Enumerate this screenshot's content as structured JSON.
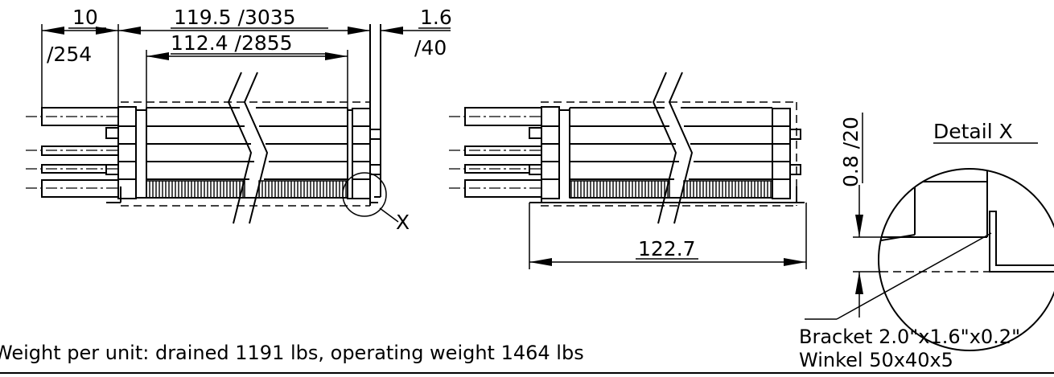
{
  "dimensions": {
    "left_offset_in": "10",
    "left_offset_mm": "/254",
    "overall_length": "119.5 /3035",
    "tube_length": "112.4 /2855",
    "end_gap_in": "1.6",
    "end_gap_mm": "/40",
    "front_width": "122.7",
    "bracket_height": "0.8 /20"
  },
  "labels": {
    "detail_marker": "X",
    "detail_title": "Detail X",
    "bracket_en": "Bracket 2.0\"x1.6\"x0.2\"",
    "bracket_de": "Winkel 50x40x5",
    "weight_note": "Weight per unit: drained 1191 lbs, operating weight 1464 lbs"
  }
}
